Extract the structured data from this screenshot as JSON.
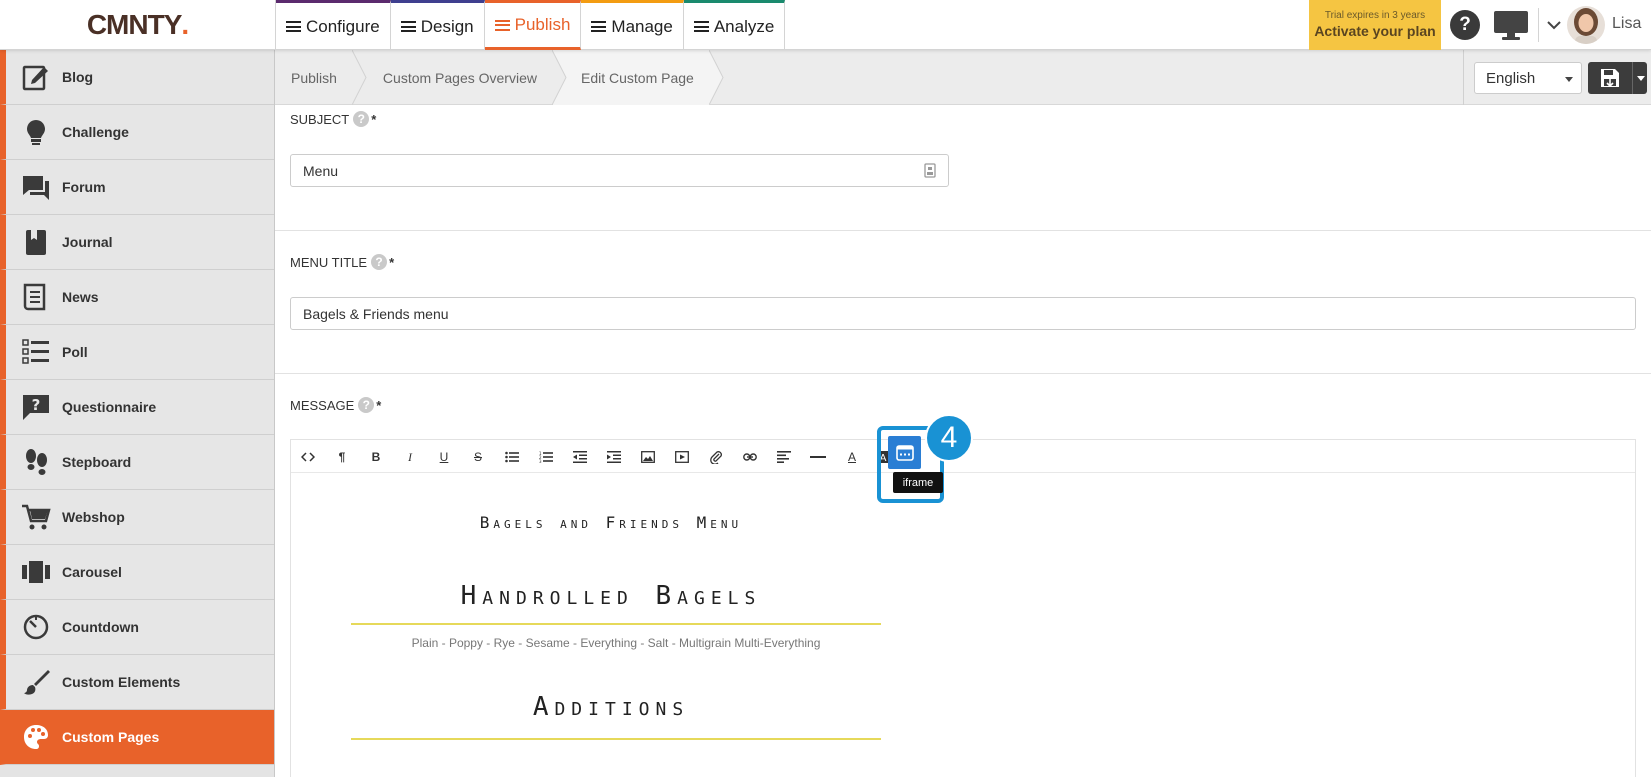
{
  "header": {
    "logo": "CMNTY",
    "logo_dot": ".",
    "nav": [
      {
        "label": "Configure",
        "color": "#5b2a6e"
      },
      {
        "label": "Design",
        "color": "#3f3f8f"
      },
      {
        "label": "Publish",
        "color": "#e8622a"
      },
      {
        "label": "Manage",
        "color": "#f39c12"
      },
      {
        "label": "Analyze",
        "color": "#1a8a6e"
      }
    ],
    "trial_line1": "Trial expires in 3 years",
    "trial_line2": "Activate your plan",
    "help": "?",
    "user_name": "Lisa"
  },
  "sidebar": {
    "items": [
      {
        "label": "Blog",
        "icon": "blog-icon"
      },
      {
        "label": "Challenge",
        "icon": "lightbulb-icon"
      },
      {
        "label": "Forum",
        "icon": "forum-icon"
      },
      {
        "label": "Journal",
        "icon": "journal-icon"
      },
      {
        "label": "News",
        "icon": "news-icon"
      },
      {
        "label": "Poll",
        "icon": "poll-icon"
      },
      {
        "label": "Questionnaire",
        "icon": "questionnaire-icon"
      },
      {
        "label": "Stepboard",
        "icon": "footsteps-icon"
      },
      {
        "label": "Webshop",
        "icon": "cart-icon"
      },
      {
        "label": "Carousel",
        "icon": "carousel-icon"
      },
      {
        "label": "Countdown",
        "icon": "timer-icon"
      },
      {
        "label": "Custom Elements",
        "icon": "brush-icon"
      },
      {
        "label": "Custom Pages",
        "icon": "palette-icon",
        "active": true
      }
    ]
  },
  "breadcrumb": {
    "items": [
      "Publish",
      "Custom Pages Overview",
      "Edit Custom Page"
    ]
  },
  "language": "English",
  "form": {
    "subject_label": "SUBJECT",
    "subject_value": "Menu",
    "menu_title_label": "MENU TITLE",
    "menu_title_value": "Bagels & Friends menu",
    "message_label": "MESSAGE",
    "required_mark": "*",
    "help_mark": "?"
  },
  "editor": {
    "iframe_tooltip": "iframe",
    "step_badge": "4",
    "content": {
      "title": "Bagels and Friends Menu",
      "section1": "Handrolled Bagels",
      "section1_items": "Plain  -  Poppy  -  Rye  -  Sesame  -  Everything  -  Salt  -  Multigrain Multi-Everything",
      "section2": "Additions"
    }
  },
  "colors": {
    "accent": "#e8622a",
    "highlight": "#1992d4",
    "trial_bg": "#f5c542"
  }
}
